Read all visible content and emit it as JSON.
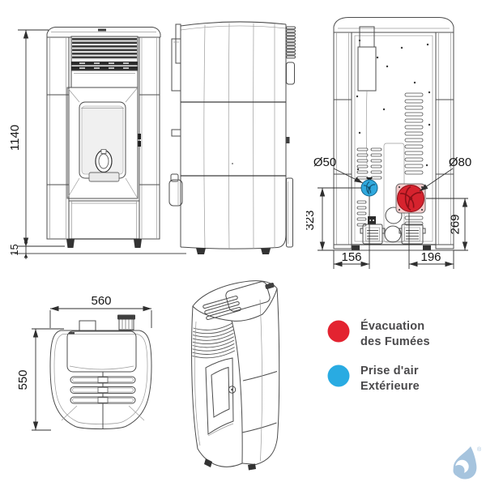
{
  "dims": {
    "front": {
      "height": "1140",
      "floor_gap": "15"
    },
    "rear": {
      "air_diameter": "Ø50",
      "flue_diameter": "Ø80",
      "air_height": "323",
      "flue_height": "269",
      "air_offset": "156",
      "flue_offset": "196"
    },
    "top": {
      "width": "560",
      "depth": "550"
    }
  },
  "legend": {
    "items": [
      {
        "name": "smoke-exhaust",
        "color": "#e32330",
        "line1": "Évacuation",
        "line2": "des Fumées"
      },
      {
        "name": "outside-air-intake",
        "color": "#29abe2",
        "line1": "Prise d'air",
        "line2": "Extérieure"
      }
    ]
  },
  "ports": {
    "flue_color": "#d6232e",
    "flue_dark": "#8c1018",
    "flue_bezel": "#f5caca",
    "air_color": "#2fa8dd",
    "air_dark": "#14587a"
  },
  "logo": {
    "registered_mark": "®",
    "color": "#a6c4de"
  }
}
